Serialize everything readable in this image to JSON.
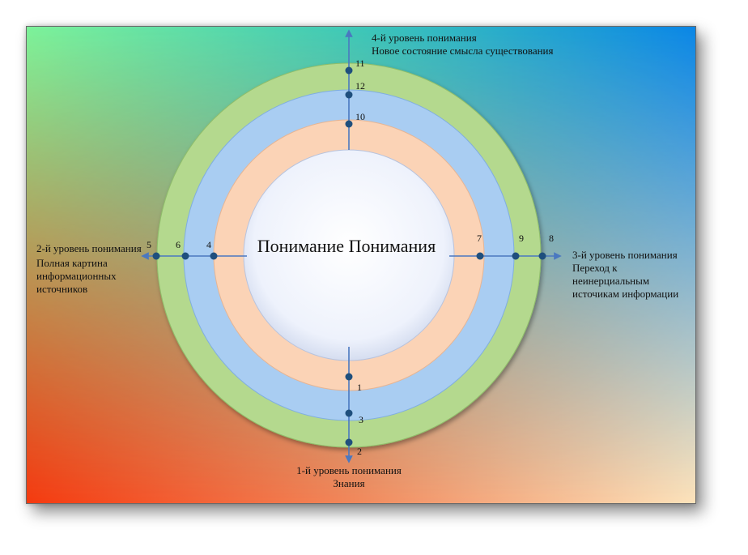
{
  "center_title": "Понимание Понимания",
  "levels": {
    "level1": {
      "title": "1-й уровень понимания",
      "subtitle": "Знания"
    },
    "level2": {
      "title": "2-й уровень понимания",
      "line2": "Полная картина",
      "line3": "информационных",
      "line4": "источников"
    },
    "level3": {
      "title": "3-й уровень понимания",
      "line2": "Переход к",
      "line3": "неинерциальным",
      "line4": "источикам информации"
    },
    "level4": {
      "title": "4-й уровень понимания",
      "subtitle": "Новое состояние смысла существования"
    }
  },
  "points": {
    "p1": "1",
    "p2": "2",
    "p3": "3",
    "p4": "4",
    "p5": "5",
    "p6": "6",
    "p7": "7",
    "p8": "8",
    "p9": "9",
    "p10": "10",
    "p11": "11",
    "p12": "12"
  },
  "colors": {
    "bg_top_left": "#7cf39a",
    "bg_top_right": "#0a86e6",
    "bg_bottom_left": "#f53a10",
    "bg_bottom_right": "#fde3bb",
    "ring_outer": "#b4d98e",
    "ring_middle": "#a9cdf2",
    "ring_inner": "#fbd3b6",
    "core": "#eef2fc",
    "axis": "#4a78c0",
    "dot": "#1f4f7d"
  }
}
